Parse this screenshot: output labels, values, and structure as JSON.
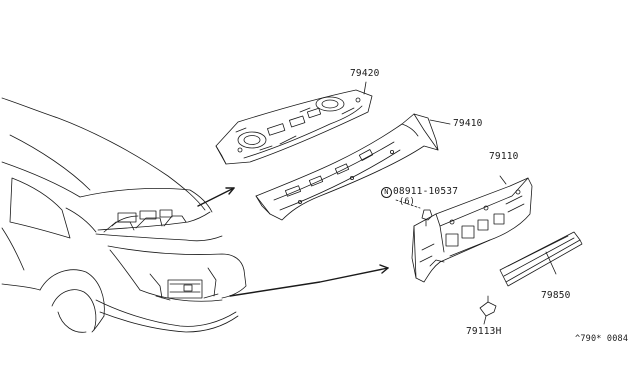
{
  "diagram": {
    "callouts": {
      "rear_parcel_shelf_upper": "79420",
      "rear_parcel_shelf": "79410",
      "rear_panel": "79110",
      "bolt_part_number": "08911-10537",
      "bolt_quantity": "(6)",
      "rear_panel_finisher": "79850",
      "clip": "79113H"
    },
    "bolt_prefix_symbol": "N",
    "figure_code": "^790* 0084"
  },
  "colors": {
    "line": "#1a1a1a",
    "background": "#ffffff"
  }
}
